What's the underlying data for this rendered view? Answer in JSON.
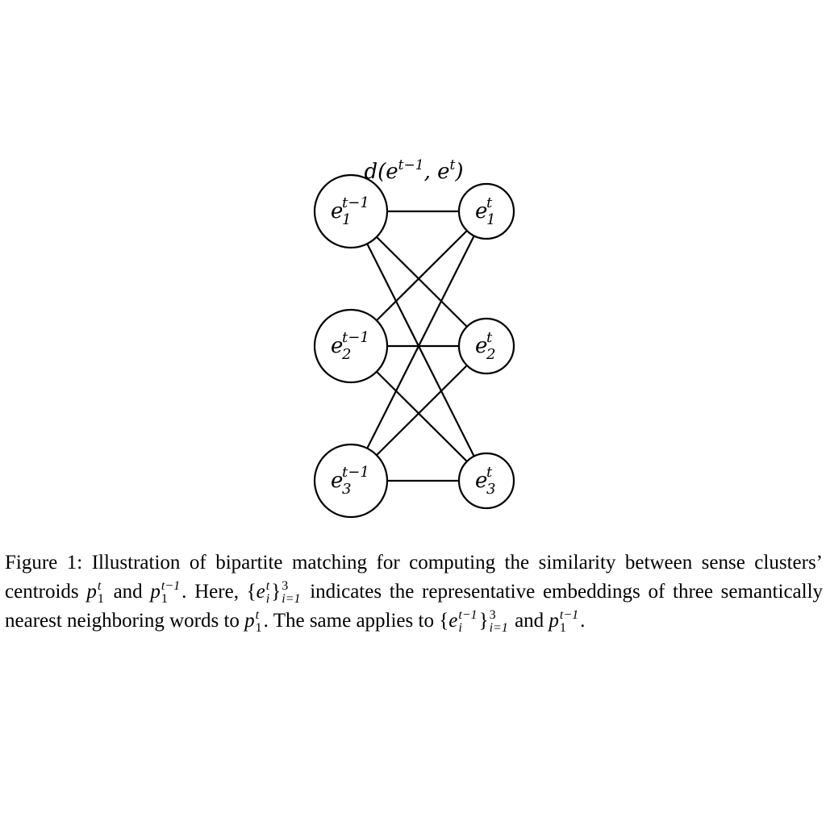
{
  "diagram": {
    "edge_label": {
      "text": "d(e",
      "sup1": "t−1",
      "mid": ", e",
      "sup2": "t",
      "close": ")"
    },
    "left_nodes": [
      {
        "base": "e",
        "sup": "t−1",
        "sub": "1"
      },
      {
        "base": "e",
        "sup": "t−1",
        "sub": "2"
      },
      {
        "base": "e",
        "sup": "t−1",
        "sub": "3"
      }
    ],
    "right_nodes": [
      {
        "base": "e",
        "sup": "t",
        "sub": "1"
      },
      {
        "base": "e",
        "sup": "t",
        "sub": "2"
      },
      {
        "base": "e",
        "sup": "t",
        "sub": "3"
      }
    ]
  },
  "caption": {
    "label": "Figure 1:",
    "s1": "Illustration of bipartite matching for computing the similarity between sense clusters’ centroids",
    "and1": "and",
    "s2": ". Here,",
    "s3": "indicates the representative embeddings of three semantically nearest neighboring words to",
    "s4": ". The same applies to",
    "and2": "and",
    "end": ".",
    "sym_p": "p",
    "sym_e": "e",
    "sym_i": "i",
    "sup_t": "t",
    "sup_tm1": "t−1",
    "sub_1": "1",
    "sup_3": "3",
    "sub_i1": "i=1",
    "lbrace": "{",
    "rbrace": "}"
  }
}
